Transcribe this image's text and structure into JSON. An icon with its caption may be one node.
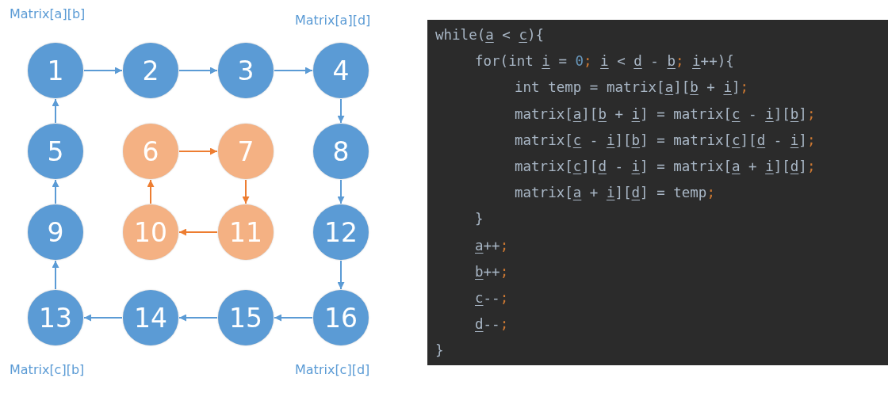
{
  "diagram": {
    "nodes": [
      {
        "text": [
          "1"
        ],
        "beside": [
          "Matrix[a][b]"
        ]
      },
      {
        "text": [
          "2"
        ]
      },
      {
        "text": [
          "3"
        ]
      },
      {
        "text": [
          "4"
        ],
        "beside": [
          "Matrix[a][d]"
        ]
      },
      {
        "text": [
          "5"
        ]
      },
      {
        "text": [
          "6"
        ]
      },
      {
        "text": [
          "7"
        ]
      },
      {
        "text": [
          "8"
        ]
      },
      {
        "text": [
          "9"
        ]
      },
      {
        "text": [
          "10"
        ]
      },
      {
        "text": [
          "11"
        ]
      },
      {
        "text": [
          "12"
        ]
      },
      {
        "text": [
          "13"
        ],
        "beside": [
          "Matrix[c][b]"
        ]
      },
      {
        "text": [
          "14"
        ]
      },
      {
        "text": [
          "15"
        ]
      },
      {
        "text": [
          "16"
        ],
        "beside": [
          "Matrix[c][d]"
        ]
      }
    ],
    "edges": [
      {
        "from": 0,
        "to": 1,
        "arrow": "to"
      },
      {
        "from": 1,
        "to": 2,
        "arrow": "to"
      },
      {
        "from": 2,
        "to": 3,
        "arrow": "to"
      },
      {
        "from": 3,
        "to": 7,
        "arrow": "to"
      },
      {
        "from": 7,
        "to": 11,
        "arrow": "to"
      },
      {
        "from": 11,
        "to": 15,
        "arrow": "to"
      },
      {
        "from": 15,
        "to": 14,
        "arrow": "to"
      },
      {
        "from": 14,
        "to": 13,
        "arrow": "to"
      },
      {
        "from": 13,
        "to": 12,
        "arrow": "to"
      },
      {
        "from": 12,
        "to": 8,
        "arrow": "to"
      },
      {
        "from": 8,
        "to": 4,
        "arrow": "to"
      },
      {
        "from": 4,
        "to": 0,
        "arrow": "to"
      },
      {
        "from": 5,
        "to": 6,
        "arrow": "to",
        "color": "#ed7d31"
      },
      {
        "from": 6,
        "to": 10,
        "arrow": "to",
        "color": "#ed7d31"
      },
      {
        "from": 10,
        "to": 9,
        "arrow": "to",
        "color": "#ed7d31"
      },
      {
        "from": 9,
        "to": 5,
        "arrow": "to",
        "color": "#ed7d31"
      }
    ],
    "labels": [
      "while(a < c){",
      "for(int i = 0; i < d - b; i++){",
      "int temp = matrix[a][b + i];",
      "matrix[a][b + i] = matrix[c - i][b];",
      "matrix[c - i][b] = matrix[c][d - i];",
      "matrix[c][d - i] = matrix[a + i][d];",
      "matrix[a + i][d] = temp;",
      "}",
      "a++;",
      "b++;",
      "c--;",
      "d--;",
      "}"
    ]
  }
}
